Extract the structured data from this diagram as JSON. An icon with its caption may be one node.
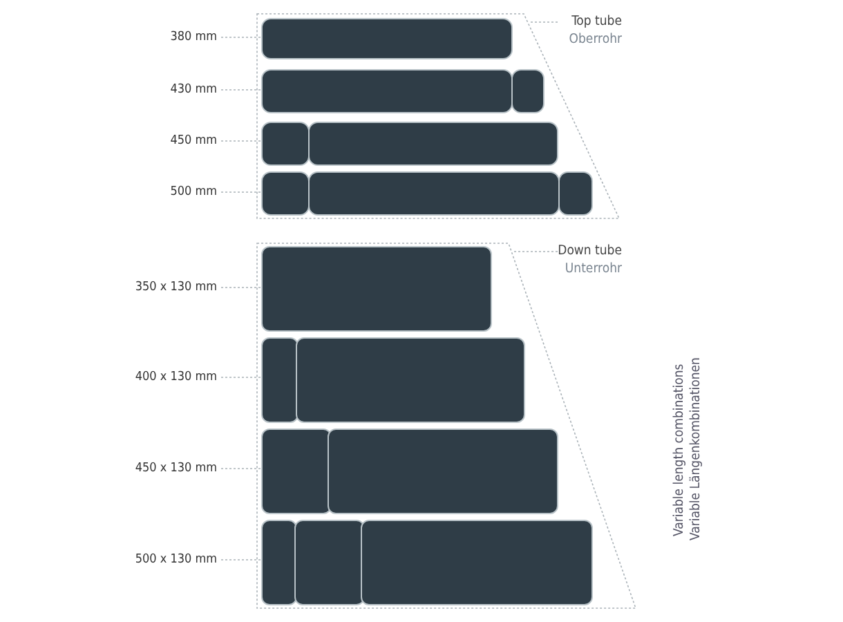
{
  "diagram": {
    "nodes": [
      {
        "text": [
          "Top tube",
          "Oberrohr"
        ]
      },
      {
        "text": [],
        "shape": "bar",
        "in": 0
      },
      {
        "text": [],
        "shape": "bar",
        "in": 0
      },
      {
        "text": [],
        "shape": "bar",
        "in": 0
      },
      {
        "text": [],
        "shape": "bar",
        "in": 0
      },
      {
        "text": [],
        "shape": "bar",
        "in": 0
      },
      {
        "text": [],
        "shape": "bar",
        "in": 0
      },
      {
        "text": [],
        "shape": "bar",
        "in": 0
      },
      {
        "text": [],
        "shape": "bar",
        "in": 0
      },
      {
        "text": [
          "380 mm"
        ]
      },
      {
        "text": [
          "430 mm"
        ]
      },
      {
        "text": [
          "450 mm"
        ]
      },
      {
        "text": [
          "500 mm"
        ]
      },
      {
        "text": [
          "Down tube",
          "Unterrohr"
        ]
      },
      {
        "text": [],
        "shape": "box",
        "in": 13
      },
      {
        "text": [],
        "shape": "box",
        "in": 13
      },
      {
        "text": [],
        "shape": "box",
        "in": 13
      },
      {
        "text": [],
        "shape": "box",
        "in": 13
      },
      {
        "text": [],
        "shape": "box",
        "in": 13
      },
      {
        "text": [],
        "shape": "box",
        "in": 13
      },
      {
        "text": [],
        "shape": "box",
        "in": 13
      },
      {
        "text": [],
        "shape": "box",
        "in": 13
      },
      {
        "text": [
          "350 x 130 mm"
        ]
      },
      {
        "text": [
          "400 x 130 mm"
        ]
      },
      {
        "text": [
          "450 x 130 mm"
        ]
      },
      {
        "text": [
          "500 x 130 mm"
        ]
      }
    ],
    "edges": [
      {
        "from": 9,
        "to": 1,
        "arrow": "none"
      },
      {
        "from": 10,
        "to": 2,
        "arrow": "none"
      },
      {
        "from": 11,
        "to": 4,
        "arrow": "none"
      },
      {
        "from": 12,
        "to": 6,
        "arrow": "none"
      },
      {
        "from": 22,
        "to": 14,
        "arrow": "none"
      },
      {
        "from": 23,
        "to": 15,
        "arrow": "none"
      },
      {
        "from": 24,
        "to": 17,
        "arrow": "none"
      },
      {
        "from": 25,
        "to": 19,
        "arrow": "none"
      }
    ],
    "labels": [
      "Variable length combinations",
      "Variable Längenkombinationen"
    ]
  }
}
